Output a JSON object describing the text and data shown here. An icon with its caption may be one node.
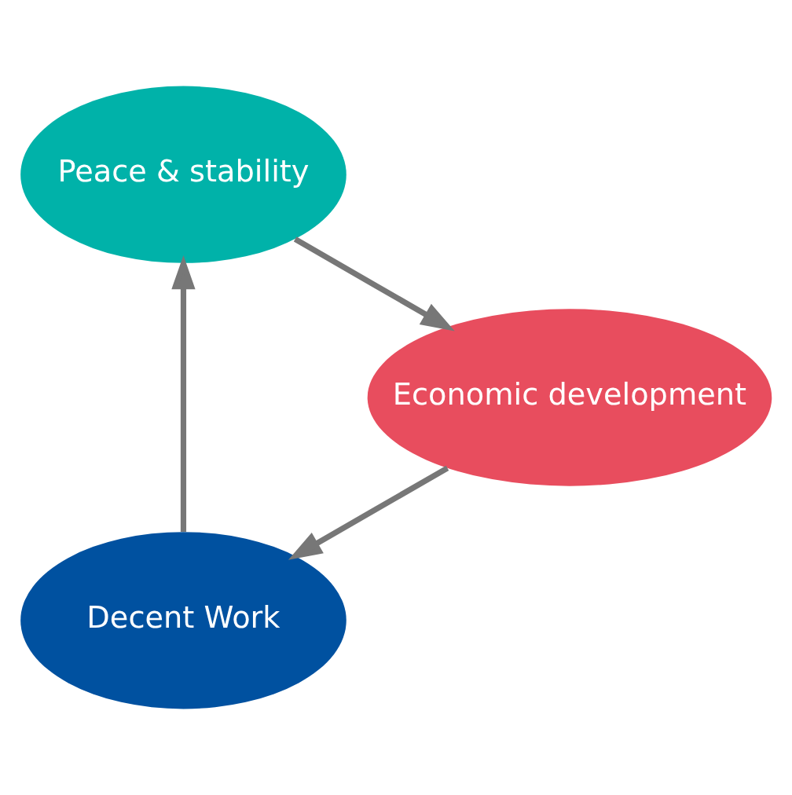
{
  "diagram": {
    "nodes": [
      {
        "text": [
          "Decent Work"
        ]
      },
      {
        "text": [
          "Peace & stability"
        ]
      },
      {
        "text": [
          "Economic development"
        ]
      }
    ],
    "edges": [
      {
        "from": 0,
        "to": 1,
        "arrow": "to"
      },
      {
        "from": 1,
        "to": 2,
        "arrow": "to"
      },
      {
        "from": 2,
        "to": 0,
        "arrow": "to"
      }
    ]
  }
}
